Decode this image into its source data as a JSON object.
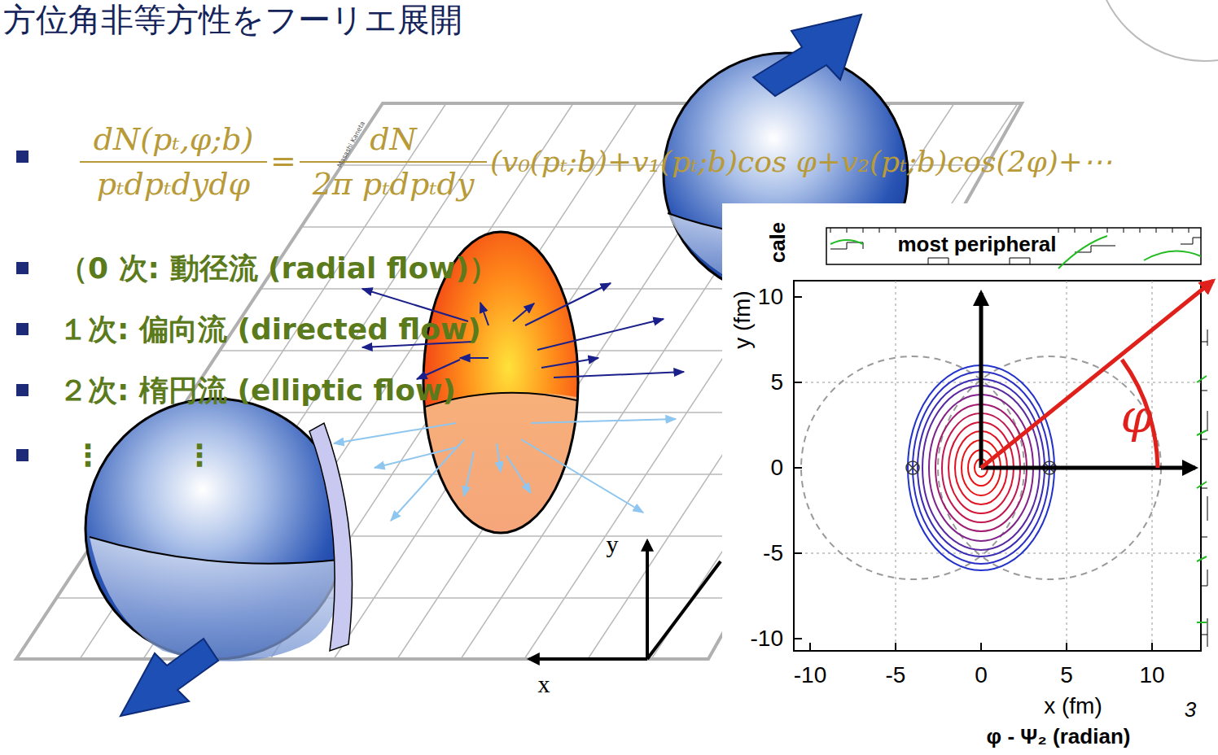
{
  "diagram": {
    "title": "方位角非等方性をフーリエ展開",
    "labels": [
      "dN(pₜ,φ;b)",
      "pₜdpₜdydφ",
      "=",
      "dN",
      "2π pₜdpₜdy",
      "(v₀(pₜ;b)+v₁(pₜ;b)cos φ+v₂(pₜ;b)cos(2φ)+⋯",
      "（0 次: 動径流 (radial flow)）",
      "１次: 偏向流 (directed flow)",
      "２次: 楕円流 (elliptic flow)",
      "⋮",
      "⋮",
      "y",
      "x",
      "Masashi Kaneta",
      "most peripheral",
      "cale",
      "y (fm)",
      "10",
      "5",
      "0",
      "-5",
      "-10",
      "-10",
      "-5",
      "0",
      "5",
      "10",
      "x (fm)",
      "φ - Ψ₂ (radian)",
      "3",
      "φ"
    ]
  }
}
